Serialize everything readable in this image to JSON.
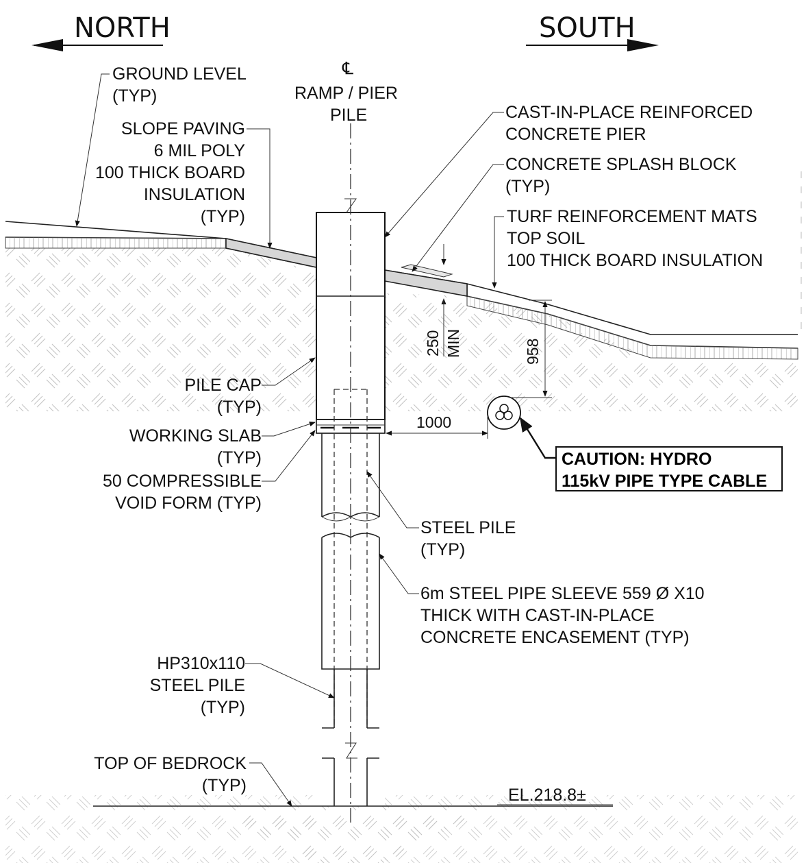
{
  "directions": {
    "north": "NORTH",
    "south": "SOUTH"
  },
  "centerline": {
    "symbol": "℄",
    "line1": "RAMP / PIER",
    "line2": "PILE"
  },
  "labels": {
    "ground_level": [
      "GROUND LEVEL",
      "(TYP)"
    ],
    "slope_paving": [
      "SLOPE PAVING",
      "6 MIL POLY",
      "100 THICK BOARD",
      "INSULATION",
      "(TYP)"
    ],
    "concrete_pier": [
      "CAST-IN-PLACE REINFORCED",
      "CONCRETE PIER"
    ],
    "splash_block": [
      "CONCRETE SPLASH BLOCK",
      "(TYP)"
    ],
    "turf": [
      "TURF REINFORCEMENT MATS",
      "TOP SOIL",
      "100 THICK BOARD INSULATION"
    ],
    "pile_cap": [
      "PILE CAP",
      "(TYP)"
    ],
    "working_slab": [
      "WORKING SLAB",
      "(TYP)"
    ],
    "void_form": [
      "50 COMPRESSIBLE",
      "VOID FORM (TYP)"
    ],
    "steel_pile": [
      "STEEL PILE",
      "(TYP)"
    ],
    "pipe_sleeve": [
      "6m STEEL PIPE SLEEVE 559 Ø X10",
      "THICK WITH CAST-IN-PLACE",
      "CONCRETE ENCASEMENT (TYP)"
    ],
    "hp_pile": [
      "HP310x110",
      "STEEL PILE",
      "(TYP)"
    ],
    "bedrock": [
      "TOP OF BEDROCK",
      "(TYP)"
    ],
    "caution": [
      "CAUTION: HYDRO",
      "115kV PIPE TYPE CABLE"
    ]
  },
  "dimensions": {
    "min_cover_value": "250",
    "min_cover_note": "MIN",
    "cable_depth": "958",
    "offset": "1000",
    "elevation": "EL.218.8±"
  }
}
